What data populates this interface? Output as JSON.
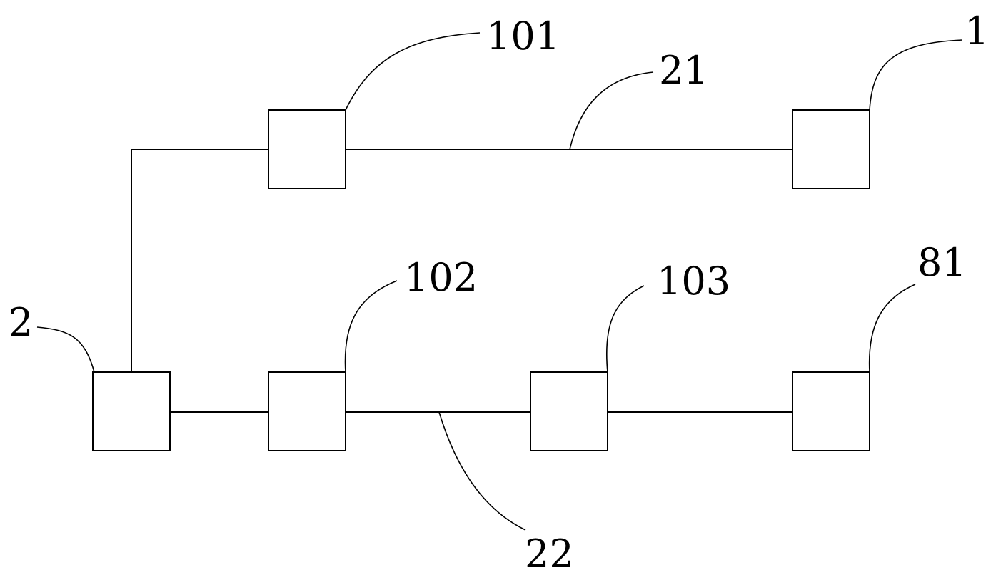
{
  "diagram": {
    "labels": {
      "ref_1": "1",
      "ref_2": "2",
      "ref_21": "21",
      "ref_22": "22",
      "ref_81": "81",
      "ref_101": "101",
      "ref_102": "102",
      "ref_103": "103"
    }
  }
}
